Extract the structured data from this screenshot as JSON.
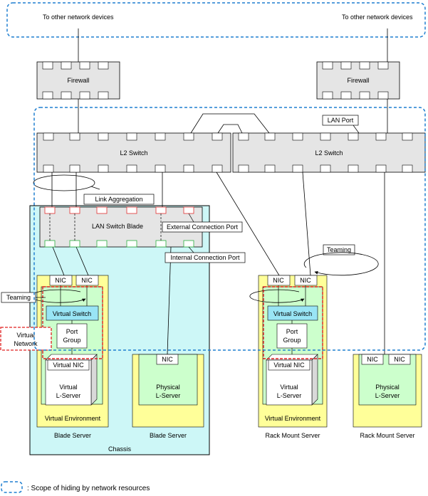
{
  "top_scope": {
    "left_label": "To other network devices",
    "right_label": "To other network devices"
  },
  "firewalls": {
    "left_label": "Firewall",
    "right_label": "Firewall"
  },
  "switches": {
    "left_label": "L2 Switch",
    "right_label": "L2 Switch"
  },
  "lan_port_label": "LAN Port",
  "link_aggregation_label": "Link Aggregation",
  "lan_switch_blade_label": "LAN Switch Blade",
  "external_connection_port_label": "External Connection Port",
  "internal_connection_port_label": "Internal Connection Port",
  "teaming_label_left": "Teaming",
  "teaming_label_right": "Teaming",
  "virtual_network_label_line1": "Virtual",
  "virtual_network_label_line2": "Network",
  "nic_label": "NIC",
  "virtual_switch_label": "Virtual Switch",
  "port_group_line1": "Port",
  "port_group_line2": "Group",
  "virtual_nic_label": "Virtual NIC",
  "virtual_lserver_line1": "Virtual",
  "virtual_lserver_line2": "L-Server",
  "physical_lserver_line1": "Physical",
  "physical_lserver_line2": "L-Server",
  "virtual_environment_label": "Virtual Environment",
  "servers": {
    "blade_server_1": "Blade Server",
    "blade_server_2": "Blade Server",
    "rack_server_1": "Rack Mount Server",
    "rack_server_2": "Rack Mount Server"
  },
  "chassis_label": "Chassis",
  "legend_label": ": Scope of hiding by network resources",
  "colors": {
    "scope_blue": "#1f7fd0",
    "chassis_fill": "#cdf7f7",
    "server_fill": "#ffff99",
    "inner_green": "#ccffcc",
    "switch_blue": "#99e5f5",
    "device_gray": "#e5e5e5",
    "virtual_net_red": "#e02020"
  }
}
